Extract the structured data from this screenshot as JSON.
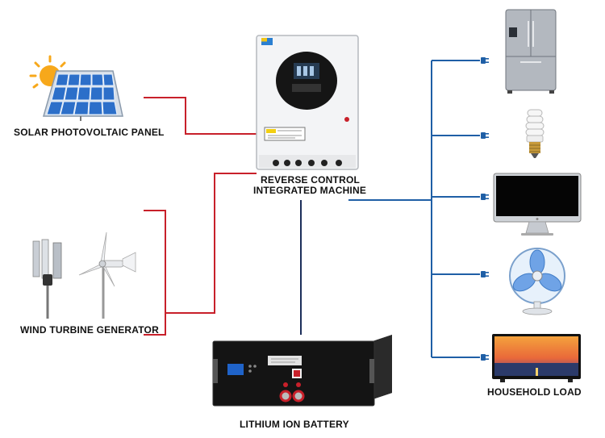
{
  "labels": {
    "solar": "SOLAR PHOTOVOLTAIC PANEL",
    "inverter_line1": "REVERSE CONTROL",
    "inverter_line2": "INTEGRATED MACHINE",
    "wind": "WIND TURBINE GENERATOR",
    "battery": "LITHIUM ION  BATTERY",
    "load": "HOUSEHOLD LOAD"
  },
  "colors": {
    "dc_wire": "#c8202a",
    "ac_wire": "#1f5fa6",
    "battery_wire": "#1c2e5a"
  },
  "components": [
    {
      "id": "solar",
      "icon": "solar-panel-icon"
    },
    {
      "id": "wind",
      "icon": "wind-turbine-icon"
    },
    {
      "id": "inverter",
      "icon": "inverter-icon"
    },
    {
      "id": "battery",
      "icon": "battery-rack-icon"
    },
    {
      "id": "refrigerator",
      "icon": "refrigerator-icon"
    },
    {
      "id": "lightbulb",
      "icon": "lightbulb-icon"
    },
    {
      "id": "monitor",
      "icon": "monitor-icon"
    },
    {
      "id": "fan",
      "icon": "fan-icon"
    },
    {
      "id": "television",
      "icon": "television-icon"
    }
  ]
}
